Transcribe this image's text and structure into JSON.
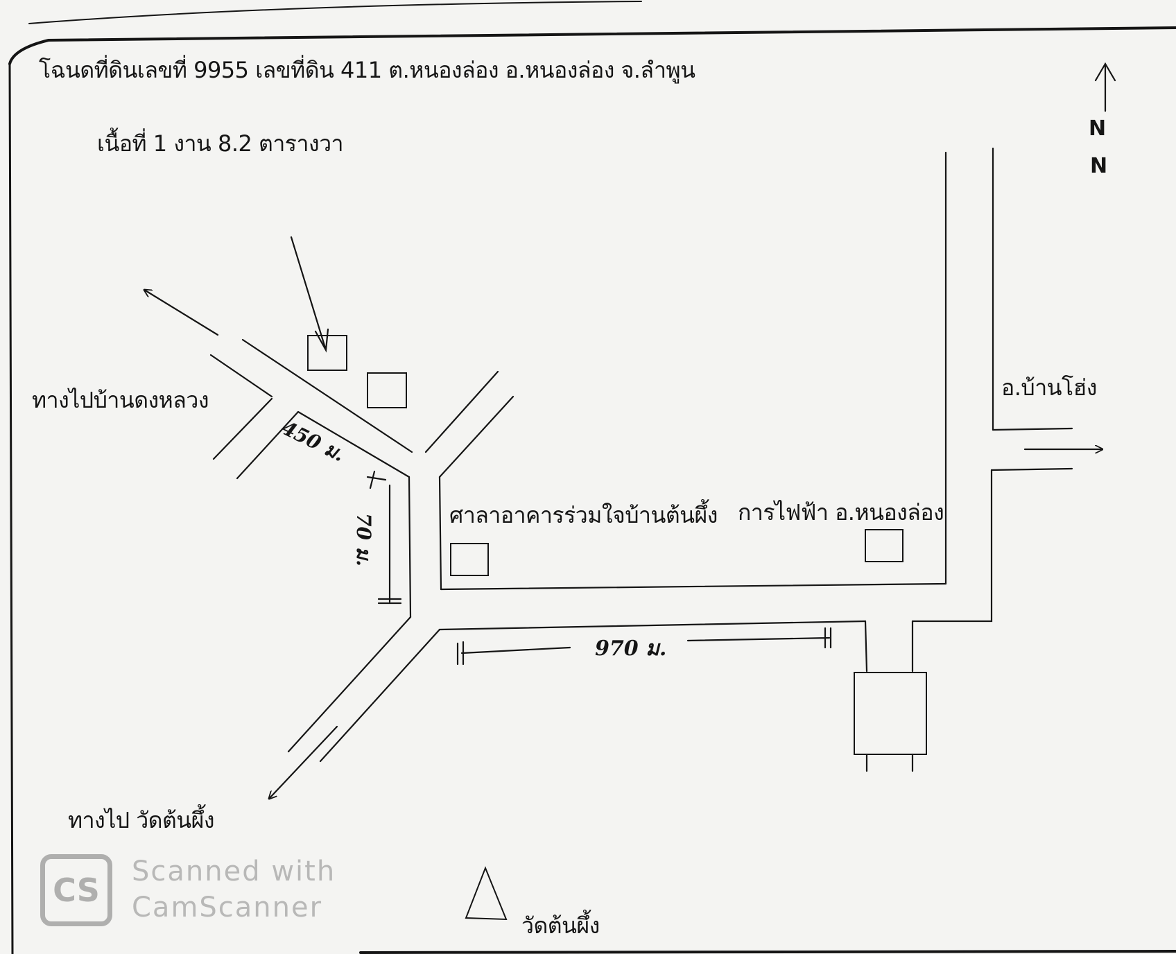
{
  "header": {
    "title": "โฉนดที่ดินเลขที่  9955  เลขที่ดิน 411  ต.หนองล่อง อ.หนองล่อง จ.ลำพูน",
    "area": "เนื้อที่ 1 งาน 8.2 ตารางวา"
  },
  "labels": {
    "to_ban_dong_luang": "ทางไปบ้านดงหลวง",
    "to_wat_ton_phueng": "ทางไป วัดต้นผึ้ง",
    "amphoe_ban_hong": "อ.บ้านโฮ่ง",
    "sala": "ศาลาอาคารร่วมใจบ้านต้นผึ้ง",
    "electricity_office": "การไฟฟ้า อ.หนองล่อง",
    "wat_ton_phueng": "วัดต้นผึ้ง"
  },
  "distances": {
    "d450": "450 ม.",
    "d70": "70 ม.",
    "d970": "970 ม."
  },
  "north": {
    "label": "N",
    "label2": "N"
  },
  "watermark": {
    "logo": "CS",
    "line1": "Scanned  with",
    "line2": "CamScanner"
  },
  "colors": {
    "ink": "#151515",
    "paper": "#f4f4f2"
  }
}
